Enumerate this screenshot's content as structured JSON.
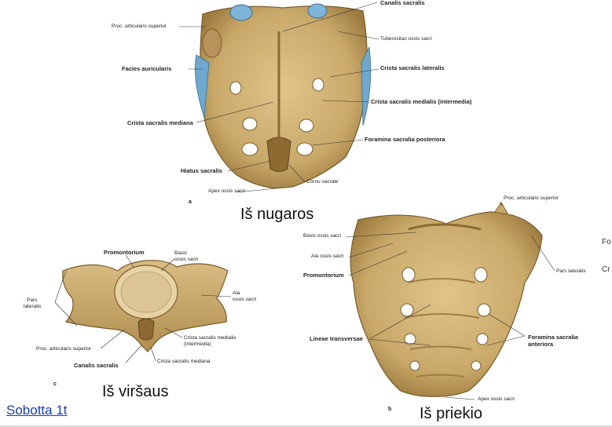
{
  "posterior_view": {
    "caption": "Iš nugaros",
    "letter": "a",
    "labels": {
      "canalis_sacralis": "Canalis sacralis",
      "proc_articularis_superior": "Proc. articularis superior",
      "tuberositas": "Tuberositas ossis sacri",
      "facies_auricularis": "Facies auricularis",
      "crista_lateralis": "Crista sacralis lateralis",
      "crista_medialis": "Crista sacralis medialis (intermedia)",
      "crista_mediana": "Crista sacralis mediana",
      "foramina_posteriora": "Foramina sacralia posteriora",
      "hiatus": "Hiatus sacralis",
      "cornu": "Cornu sacrale",
      "apex": "Apex ossis sacri"
    }
  },
  "superior_view": {
    "caption": "Iš viršaus",
    "letter": "c",
    "labels": {
      "promontorium": "Promontorium",
      "basis_line1": "Basis",
      "basis_line2": "ossis sacri",
      "ala_line1": "Ala",
      "ala_line2": "ossis sacri",
      "pars_line1": "Pars",
      "pars_line2": "lateralis",
      "proc_articularis": "Proc. articularis superior",
      "canalis": "Canalis sacralis",
      "crista_medialis_line1": "Crista sacralis medialis",
      "crista_medialis_line2": "(intermedia)",
      "crista_mediana": "Crista sacralis mediana"
    }
  },
  "anterior_view": {
    "caption": "Iš priekio",
    "letter": "b",
    "labels": {
      "proc_articularis": "Proc. articularis superior",
      "basis": "Basis ossis sacri",
      "ala": "Ala ossis sacri",
      "promontorium": "Promontorium",
      "pars_lateralis": "Pars lateralis",
      "lineae": "Lineae transversae",
      "foramina_line1": "Foramina sacralia",
      "foramina_line2": "anteriora",
      "apex": "Apex ossis sacri"
    }
  },
  "source_link": "Sobotta 1t",
  "right_edge_fragments": [
    "Fo",
    "Cr"
  ],
  "colors": {
    "bone": "#c9a96a",
    "bone_dark": "#8c6a32",
    "cartilage": "#6fa8cf",
    "link": "#1a3fb0"
  }
}
